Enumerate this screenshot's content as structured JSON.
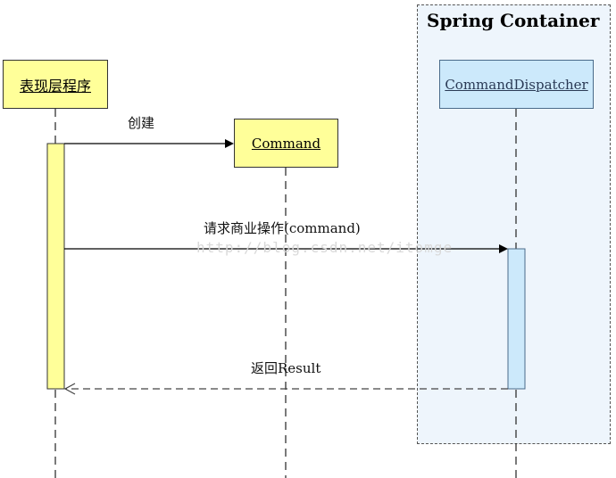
{
  "container": {
    "title": "Spring Container"
  },
  "participants": {
    "presentation": "表现层程序",
    "command": "Command",
    "dispatcher": "CommandDispatcher"
  },
  "messages": {
    "create": "创建",
    "request": "请求商业操作(command)",
    "return": "返回Result"
  },
  "watermark": "http://blog.csdn.net/itomge",
  "colors": {
    "yellow_fill": "#ffff99",
    "blue_fill": "#cce9fb",
    "container_fill": "#eef5fc"
  }
}
